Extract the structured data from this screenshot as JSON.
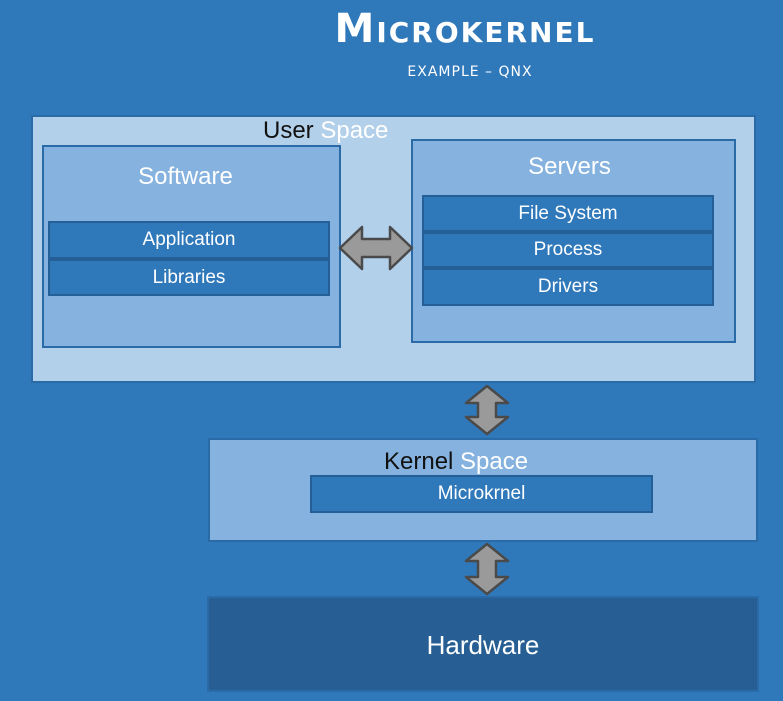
{
  "header": {
    "title": "Microkernel",
    "subtitle": "EXAMPLE – QNX"
  },
  "user_space": {
    "label_first": "User",
    "label_second": "Space",
    "software": {
      "title": "Software",
      "items": [
        "Application",
        "Libraries"
      ]
    },
    "servers": {
      "title": "Servers",
      "items": [
        "File System",
        "Process",
        "Drivers"
      ]
    }
  },
  "kernel_space": {
    "label_first": "Kernel",
    "label_second": "Space",
    "items": [
      "Microkrnel"
    ]
  },
  "hardware": {
    "label": "Hardware"
  },
  "colors": {
    "background": "#2f78ba",
    "user_space_fill": "#b3d0ea",
    "inner_box_fill": "#85b2de",
    "bar_fill": "#2f78ba",
    "hardware_fill": "#275f94",
    "arrow_fill": "#9a9a9a"
  }
}
